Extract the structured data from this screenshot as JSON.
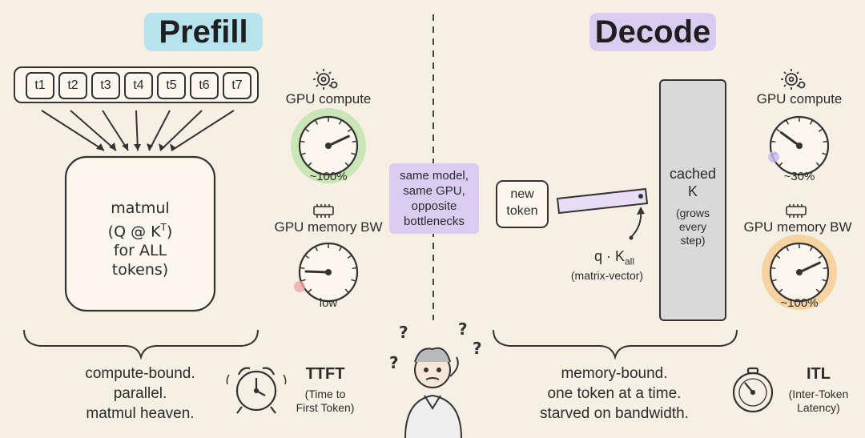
{
  "prefill": {
    "title": "Prefill",
    "tokens": [
      "t1",
      "t2",
      "t3",
      "t4",
      "t5",
      "t6",
      "t7"
    ],
    "matmul_lines": [
      "matmul",
      "(Q @ K",
      "T",
      ")",
      "for ALL",
      "tokens)"
    ],
    "gpu_compute_label": "GPU compute",
    "gpu_compute_value": "~100%",
    "gpu_compute_level": 1.0,
    "gpu_memory_label": "GPU memory BW",
    "gpu_memory_value": "low",
    "gpu_memory_level": 0.1,
    "summary": [
      "compute-bound.",
      "parallel.",
      "matmul heaven."
    ],
    "metric": "TTFT",
    "metric_desc": [
      "(Time to",
      "First Token)"
    ]
  },
  "middle": {
    "note": [
      "same model,",
      "same GPU,",
      "opposite",
      "bottlenecks"
    ]
  },
  "decode": {
    "title": "Decode",
    "new_token": [
      "new",
      "token"
    ],
    "cache_title": [
      "cached",
      "K"
    ],
    "cache_desc": [
      "(grows",
      "every",
      "step)"
    ],
    "op_label": "q · K",
    "op_sub": "all",
    "op_desc": "(matrix-vector)",
    "gpu_compute_label": "GPU compute",
    "gpu_compute_value": "~30%",
    "gpu_compute_level": 0.3,
    "gpu_memory_label": "GPU memory BW",
    "gpu_memory_value": "~100%",
    "gpu_memory_level": 1.0,
    "summary": [
      "memory-bound.",
      "one token at a time.",
      "starved on bandwidth."
    ],
    "metric": "ITL",
    "metric_desc": [
      "(Inter-Token",
      "Latency)"
    ]
  },
  "colors": {
    "background": "#f6f0e4",
    "prefill_highlight": "#b7e3ef",
    "decode_highlight": "#d9ccf1",
    "compute_full_glow": "#b9e3a7",
    "memory_low_mark": "#f0a8a8",
    "compute_low_mark": "#c9b8ef",
    "memory_full_glow": "#f6c98a",
    "cache_fill": "#d9d9d9"
  }
}
